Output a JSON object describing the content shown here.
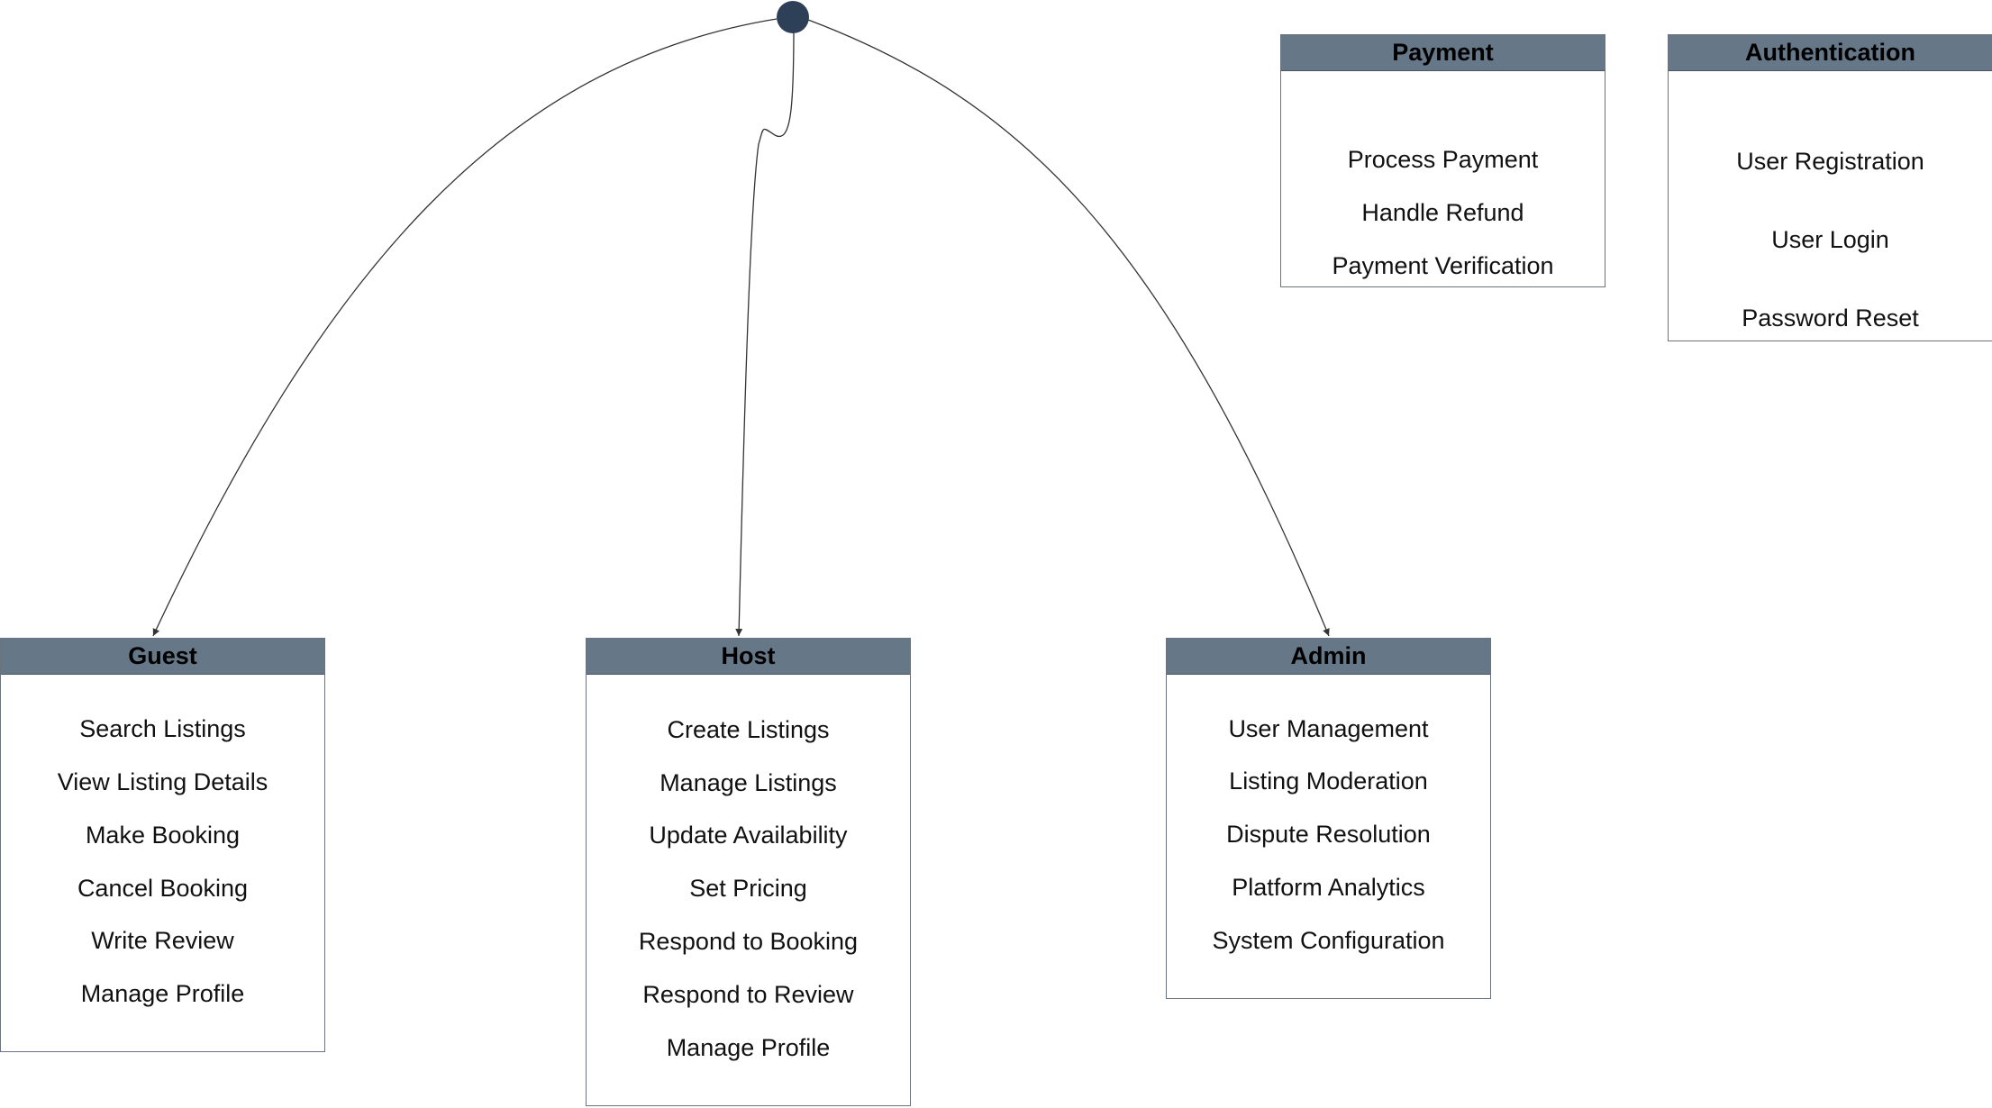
{
  "colors": {
    "header_fill": "#667788",
    "node_fill": "#2e4057",
    "line": "#333333"
  },
  "cards": {
    "guest": {
      "title": "Guest",
      "items": [
        "Search Listings",
        "View Listing Details",
        "Make Booking",
        "Cancel Booking",
        "Write Review",
        "Manage Profile"
      ]
    },
    "host": {
      "title": "Host",
      "items": [
        "Create Listings",
        "Manage Listings",
        "Update Availability",
        "Set Pricing",
        "Respond to Booking",
        "Respond to Review",
        "Manage Profile"
      ]
    },
    "admin": {
      "title": "Admin",
      "items": [
        "User Management",
        "Listing Moderation",
        "Dispute Resolution",
        "Platform Analytics",
        "System Configuration"
      ]
    },
    "payment": {
      "title": "Payment",
      "items": [
        "Process Payment",
        "Handle Refund",
        "Payment Verification"
      ]
    },
    "auth": {
      "title": "Authentication",
      "items": [
        "User Registration",
        "User Login",
        "Password Reset"
      ]
    }
  }
}
